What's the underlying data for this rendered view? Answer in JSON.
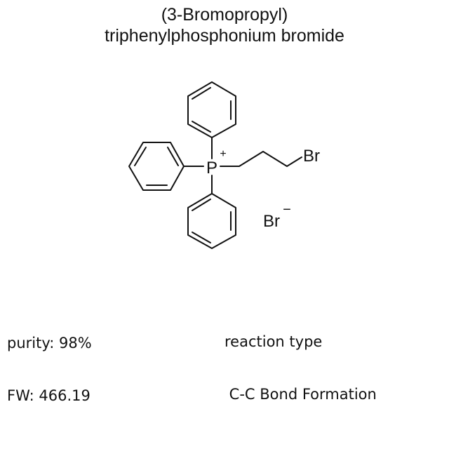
{
  "title": {
    "line1": "(3-Bromopropyl)",
    "line2": "triphenylphosphonium bromide"
  },
  "structure": {
    "central_atom": "P",
    "central_charge": "+",
    "chain_terminal_atom": "Br",
    "counterion": "Br",
    "counterion_charge": "−"
  },
  "properties": {
    "purity": "purity: 98%",
    "fw": "FW: 466.19"
  },
  "reaction": {
    "label": "reaction type",
    "value": " C-C Bond Formation"
  }
}
